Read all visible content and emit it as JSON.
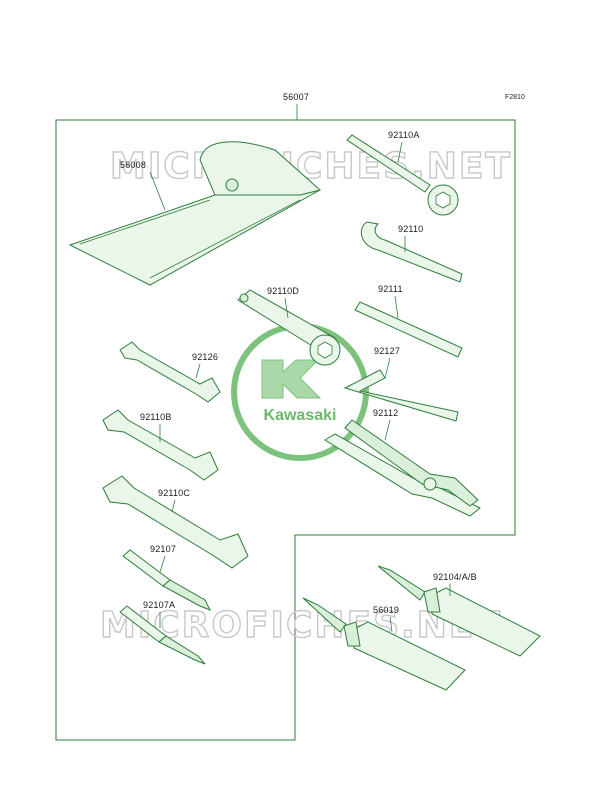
{
  "diagram": {
    "figure_ref": "F2810",
    "watermark_text": "MICROFICHES.NET",
    "logo_text": "Kawasaki",
    "colors": {
      "line": "#2e7d3a",
      "fill": "#eaf6ea",
      "logo": "#7cc27c",
      "watermark": "#c8c8c8"
    },
    "labels": {
      "kit": "56007",
      "bag": "56008",
      "wrench_a": "92110A",
      "spanner": "92110",
      "socket": "92110D",
      "handle": "92111",
      "wrench_126": "92126",
      "hex_key": "92127",
      "wrench_b": "92110B",
      "pliers": "92112",
      "wrench_c": "92110C",
      "driver": "92107",
      "driver_a": "92107A",
      "grease_ab": "92104/A/B",
      "grease": "56019"
    }
  }
}
